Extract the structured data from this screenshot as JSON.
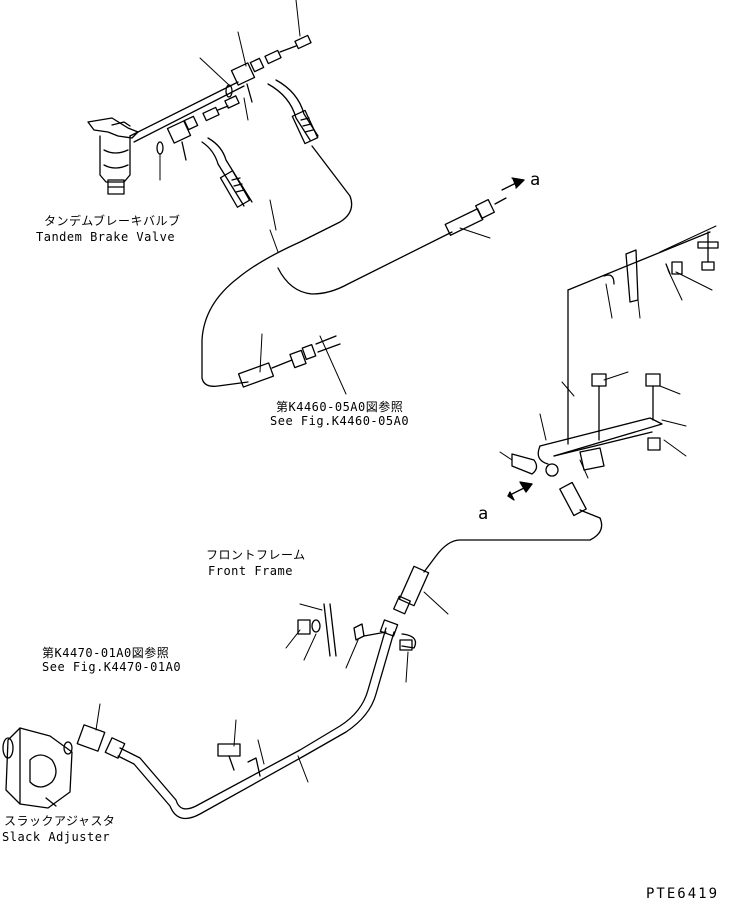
{
  "labels": {
    "tandem_brake_valve_jp": "タンデムブレーキバルブ",
    "tandem_brake_valve_en": "Tandem Brake Valve",
    "see_fig_1_jp": "第K4460-05A0図参照",
    "see_fig_1_en": "See Fig.K4460-05A0",
    "front_frame_jp": "フロントフレーム",
    "front_frame_en": "Front Frame",
    "see_fig_2_jp": "第K4470-01A0図参照",
    "see_fig_2_en": "See Fig.K4470-01A0",
    "slack_adjuster_jp": "スラックアジャスタ",
    "slack_adjuster_en": "Slack Adjuster",
    "ref_a_top": "a",
    "ref_a_mid": "a",
    "drawing_code": "PTE6419"
  }
}
